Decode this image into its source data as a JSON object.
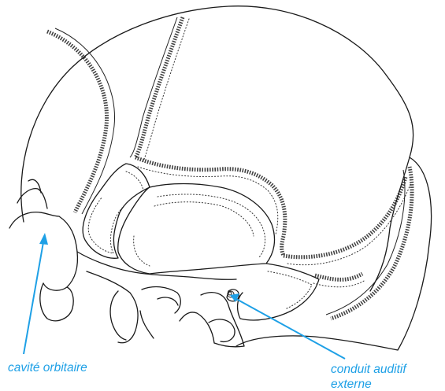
{
  "labels": {
    "orbit": "cavité orbitaire",
    "ear_line1": "conduit auditif",
    "ear_line2": "externe"
  },
  "colors": {
    "annotation": "#1ea0e6",
    "drawing": "#1a1a1a",
    "background": "#ffffff"
  }
}
